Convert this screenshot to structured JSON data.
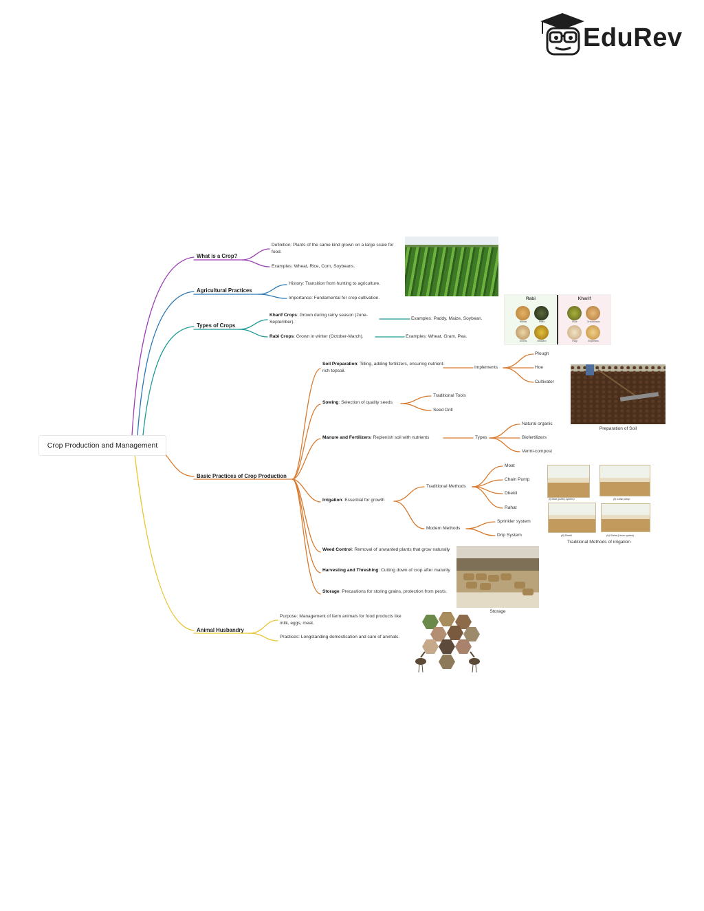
{
  "brand": {
    "name": "EduRev"
  },
  "root": "Crop Production and Management",
  "colors": {
    "purple": "#9c3fb6",
    "blue": "#2a77b4",
    "teal": "#1e9a94",
    "orange": "#d97a2e",
    "yellow": "#e9c531"
  },
  "branches": {
    "what_is_crop": {
      "title": "What is a Crop?",
      "definition": "Definition: Plants of the same kind grown on a large scale for food.",
      "examples": "Examples: Wheat, Rice, Corn, Soybeans."
    },
    "agri_practices": {
      "title": "Agricultural Practices",
      "history": "History: Transition from hunting to agriculture.",
      "importance": "Importance: Fundamental for crop cultivation."
    },
    "types_of_crops": {
      "title": "Types of Crops",
      "kharif_head": "Kharif Crops",
      "kharif_text": ": Grown during rainy season (June-September).",
      "kharif_examples": "Examples: Paddy, Maize, Soybean.",
      "rabi_head": "Rabi Crops",
      "rabi_text": ": Grown in winter (October-March).",
      "rabi_examples": "Examples: Wheat, Gram, Pea."
    },
    "basic_practices": {
      "title": "Basic Practices of Crop Production",
      "soil_head": "Soil Preparation",
      "soil_text": ": Tilling, adding fertilizers, ensuring nutrient-rich topsoil.",
      "implements": "Implements",
      "implement_items": [
        "Plough",
        "Hoe",
        "Cultivator"
      ],
      "sowing_head": "Sowing",
      "sowing_text": ": Selection of quality seeds",
      "sowing_items": [
        "Traditional Tools",
        "Seed Drill"
      ],
      "manure_head": "Manure and Fertilizers",
      "manure_text": ": Replenish soil with nutrients",
      "types": "Types",
      "type_items": [
        "Natural organic",
        "Biofertilizers",
        "Vermi-compost"
      ],
      "irrigation_head": "Irrigation",
      "irrigation_text": ": Essential for growth",
      "traditional": "Traditional Methods",
      "traditional_items": [
        "Moat",
        "Chain Pump",
        "Dhekli",
        "Rahat"
      ],
      "modern": "Modern Methods",
      "modern_items": [
        "Sprinkler system",
        "Drip System"
      ],
      "weed_head": "Weed Control",
      "weed_text": ": Removal of unwanted plants that grow naturally",
      "harvest_head": "Harvesting and Threshing",
      "harvest_text": ": Cutting down of crop after maturity",
      "storage_head": "Storage",
      "storage_text": ": Precautions for storing grains, protection from pests."
    },
    "animal_husbandry": {
      "title": "Animal Husbandry",
      "purpose": "Purpose: Management of farm animals for food products like milk, eggs, meat.",
      "practices": "Practices: Longstanding domestication and care of animals."
    }
  },
  "images": {
    "rabi_kharif": {
      "rabi": "Rabi",
      "kharif": "Kharif",
      "rabi_items": [
        "Wheat",
        "Peas",
        "Grams",
        "Mustard"
      ],
      "kharif_items": [
        "Rice",
        "Groundnuts",
        "Ragi",
        "Soybeans"
      ]
    },
    "soil_caption": "Preparation of Soil",
    "irrigation_caption": "Traditional Methods of irrigation",
    "irrigation_thumbs": [
      "(i) Moat (pulley-system)",
      "(ii) Chain pump",
      "(iii) Dhekli",
      "(iv) Rahat (Lever system)"
    ],
    "storage_caption": "Storage"
  }
}
